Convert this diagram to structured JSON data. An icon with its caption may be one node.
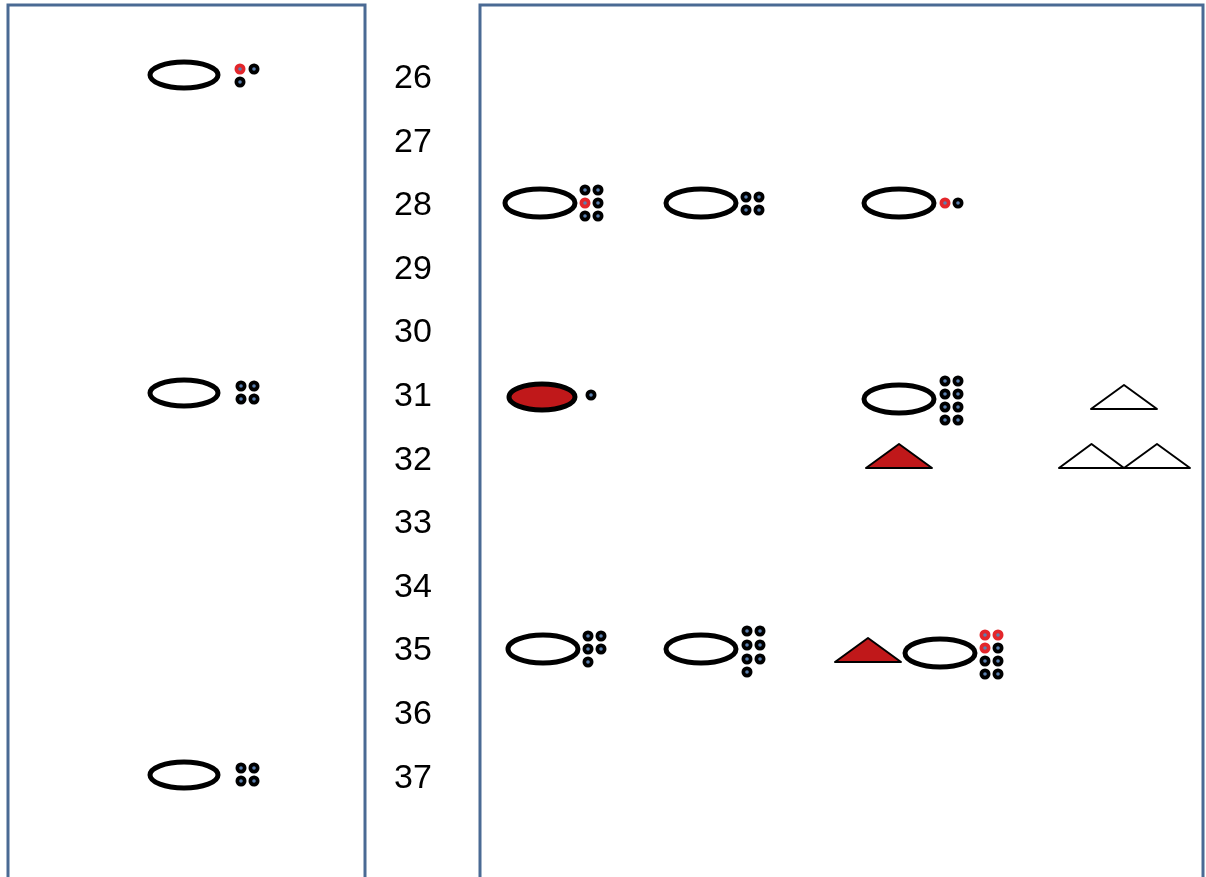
{
  "diagram": {
    "labels": [
      "26",
      "27",
      "28",
      "29",
      "30",
      "31",
      "32",
      "33",
      "34",
      "35",
      "36",
      "37"
    ]
  }
}
